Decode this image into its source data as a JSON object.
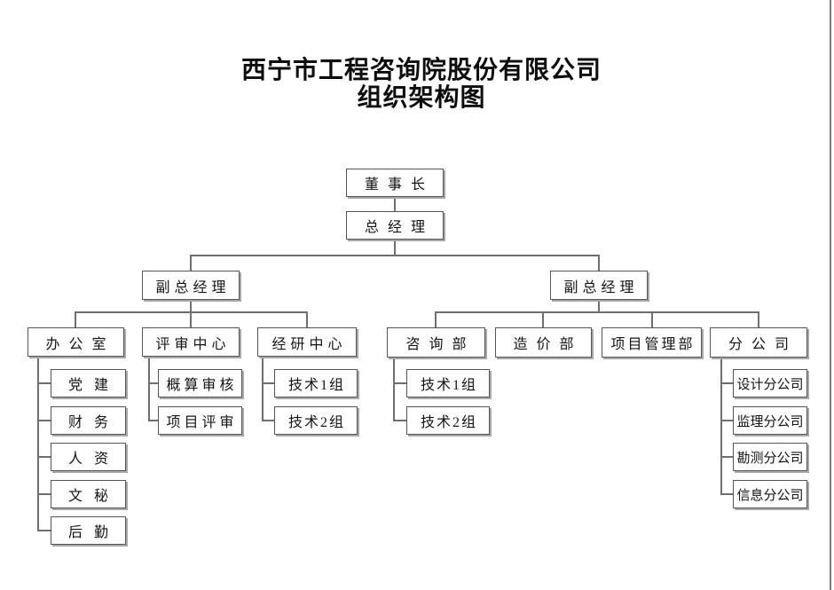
{
  "title": {
    "line1": "西宁市工程咨询院股份有限公司",
    "line2": "组织架构图"
  },
  "colors": {
    "background": "#ffffff",
    "connector_line": "#6f6f6f",
    "box_border": "#555555",
    "box_shadow": "#a8a8a8",
    "text": "#141414",
    "page_edge_line": "#7b7b7b"
  },
  "org": {
    "chairman": {
      "label": "董事长"
    },
    "general_manager": {
      "label": "总经理"
    },
    "deputy_left": {
      "label": "副总经理"
    },
    "deputy_right": {
      "label": "副总经理"
    },
    "office": {
      "label": "办公室",
      "children": [
        {
          "label": "党建"
        },
        {
          "label": "财务"
        },
        {
          "label": "人资"
        },
        {
          "label": "文秘"
        },
        {
          "label": "后勤"
        }
      ]
    },
    "review_center": {
      "label": "评审中心",
      "children": [
        {
          "label": "概算审核"
        },
        {
          "label": "项目评审"
        }
      ]
    },
    "research_center": {
      "label": "经研中心",
      "children": [
        {
          "label": "技术1组"
        },
        {
          "label": "技术2组"
        }
      ]
    },
    "consulting_dept": {
      "label": "咨询部",
      "children": [
        {
          "label": "技术1组"
        },
        {
          "label": "技术2组"
        }
      ]
    },
    "cost_dept": {
      "label": "造价部"
    },
    "project_mgmt_dept": {
      "label": "项目管理部"
    },
    "branch_companies": {
      "label": "分公司",
      "children": [
        {
          "label": "设计分公司"
        },
        {
          "label": "监理分公司"
        },
        {
          "label": "勘测分公司"
        },
        {
          "label": "信息分公司"
        }
      ]
    }
  }
}
